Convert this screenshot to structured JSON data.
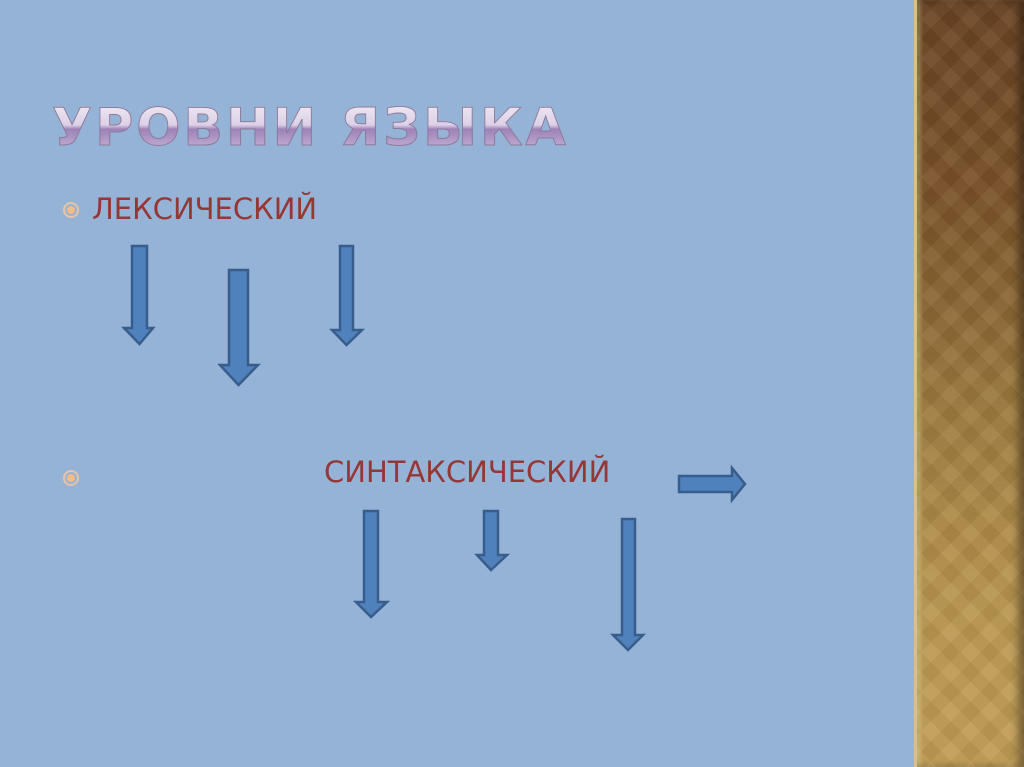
{
  "slide": {
    "background_color": "#95b3d7",
    "title": "УРОВНИ ЯЗЫКА",
    "items": [
      {
        "label": "ЛЕКСИЧЕСКИЙ",
        "bullet_icon": "circle-bullet-icon"
      },
      {
        "label": "СИНТАКСИЧЕСКИЙ",
        "bullet_icon": "circle-bullet-icon"
      }
    ],
    "text_color": "#953735",
    "arrow_fill": "#4f81bd",
    "arrow_stroke": "#385d8a",
    "arrows": [
      {
        "id": "lex-down-1",
        "direction": "down"
      },
      {
        "id": "lex-down-2",
        "direction": "down"
      },
      {
        "id": "lex-down-3",
        "direction": "down"
      },
      {
        "id": "syn-right-1",
        "direction": "right"
      },
      {
        "id": "syn-down-1",
        "direction": "down"
      },
      {
        "id": "syn-down-2",
        "direction": "down"
      },
      {
        "id": "syn-down-3",
        "direction": "down"
      }
    ],
    "side_panel": {
      "gradient_top": "#6a4323",
      "gradient_bottom": "#c29d55"
    }
  }
}
